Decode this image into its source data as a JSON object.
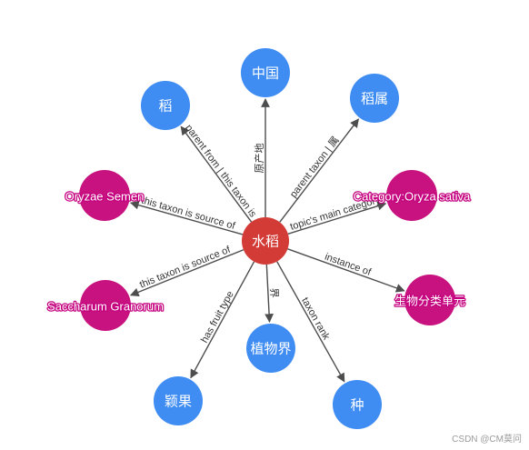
{
  "colors": {
    "center": "#d33b37",
    "entity": "#3f8cf3",
    "class": "#c8127f"
  },
  "graph": {
    "center": {
      "label": "水稻"
    },
    "nodes": [
      {
        "id": "zhongguo",
        "label": "中国",
        "kind": "entity"
      },
      {
        "id": "dao",
        "label": "稻",
        "kind": "entity"
      },
      {
        "id": "daoshu",
        "label": "稻属",
        "kind": "entity"
      },
      {
        "id": "oryzae",
        "label": "Oryzae Semen",
        "kind": "class"
      },
      {
        "id": "category",
        "label": "Category:Oryza sativa",
        "kind": "class"
      },
      {
        "id": "saccharum",
        "label": "Saccharum Granorum",
        "kind": "class"
      },
      {
        "id": "shengwu",
        "label": "生物分类单元",
        "kind": "class"
      },
      {
        "id": "yingguo",
        "label": "颖果",
        "kind": "entity"
      },
      {
        "id": "zhiwujie",
        "label": "植物界",
        "kind": "entity"
      },
      {
        "id": "zhong",
        "label": "种",
        "kind": "entity"
      }
    ],
    "edges": [
      {
        "target": "zhongguo",
        "label": "原产地"
      },
      {
        "target": "dao",
        "label": "parent from | this taxon is"
      },
      {
        "target": "daoshu",
        "label": "parent taxon | 属"
      },
      {
        "target": "oryzae",
        "label": "this taxon is source of"
      },
      {
        "target": "category",
        "label": "topic's main category"
      },
      {
        "target": "saccharum",
        "label": "this taxon is source of"
      },
      {
        "target": "shengwu",
        "label": "instance of"
      },
      {
        "target": "yingguo",
        "label": "has fruit type"
      },
      {
        "target": "zhiwujie",
        "label": "界"
      },
      {
        "target": "zhong",
        "label": "taxon rank"
      }
    ]
  },
  "watermark": "CSDN @CM莫问"
}
